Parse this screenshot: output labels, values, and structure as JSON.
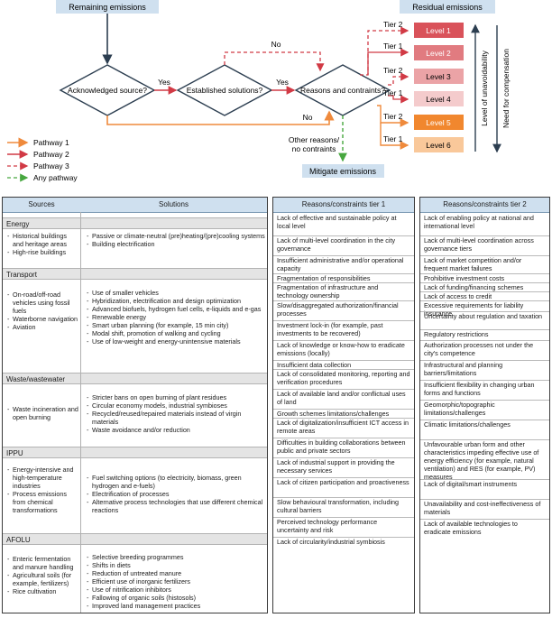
{
  "flow": {
    "remaining": "Remaining emissions",
    "residual": "Residual emissions",
    "acknowledged": "Acknowledged source?",
    "established": "Established solutions?",
    "reasons": "Reasons and contraints?",
    "yes1": "Yes",
    "yes2": "Yes",
    "no_top": "No",
    "no_bottom": "No",
    "other_reasons": [
      "Other reasons/",
      "no contraints"
    ],
    "mitigate": "Mitigate emissions",
    "tiers": [
      "Tier 2",
      "Tier 1",
      "Tier 2",
      "Tier 1",
      "Tier 2",
      "Tier 1"
    ],
    "levels": [
      "Level 1",
      "Level 2",
      "Level 3",
      "Level 4",
      "Level 5",
      "Level 6"
    ],
    "level_colors": [
      "#d9525a",
      "#e17b80",
      "#eba3a6",
      "#f4cbcc",
      "#f1872e",
      "#f9c89a"
    ],
    "unavoidability": "Level of unavoidability",
    "compensation": "Need for compensation",
    "legend": [
      {
        "label": "Pathway 1",
        "style": "orange"
      },
      {
        "label": "Pathway 2",
        "style": "red"
      },
      {
        "label": "Pathway 3",
        "style": "red-dashed"
      },
      {
        "label": "Any pathway",
        "style": "green-dashed"
      }
    ],
    "colors": {
      "box": "#cfe0ef",
      "orange": "#ef8a3c",
      "red": "#d13a45",
      "green": "#47a73f",
      "dark": "#2c3e50"
    }
  },
  "table": {
    "headers": [
      "Sources",
      "Solutions",
      "Reasons/constraints tier 1",
      "Reasons/constraints tier 2"
    ],
    "sectors": [
      {
        "name": "Energy",
        "sources": [
          "Historical buildings and heritage areas",
          "High-rise buildings"
        ],
        "solutions": [
          "Passive or climate-neutral (pre)heating/(pre)cooling systems",
          "Building electrification"
        ]
      },
      {
        "name": "Transport",
        "sources": [
          "On-road/off-road vehicles using fossil fuels",
          "Waterborne navigation",
          "Aviation"
        ],
        "solutions": [
          "Use of smaller vehicles",
          "Hybridization, electrification and design optimization",
          "Advanced biofuels, hydrogen fuel cells, e-liquids and e-gas",
          "Renewable energy",
          "Smart urban planning (for example, 15 min city)",
          "Modal shift, promotion of walking and cycling",
          "Use of low-weight and energy-unintensive materials"
        ]
      },
      {
        "name": "Waste/wastewater",
        "sources": [
          "Waste incineration and open burning"
        ],
        "solutions": [
          "Stricter bans on open burning of plant residues",
          "Circular economy models, industrial symbioses",
          "Recycled/reused/repaired materials instead of virgin materials",
          "Waste avoidance and/or reduction"
        ]
      },
      {
        "name": "IPPU",
        "sources": [
          "Energy-intensive and high-temperature industries",
          "Process emissions from chemical transformations"
        ],
        "solutions": [
          "Fuel switching options (to electricity, biomass, green hydrogen and e-fuels)",
          "Electrification of processes",
          "Alternative process technologies that use different chemical reactions"
        ]
      },
      {
        "name": "AFOLU",
        "sources": [
          "Enteric fermentation and manure handling",
          "Agricultural soils (for example, fertilizers)",
          "Rice cultivation"
        ],
        "solutions": [
          "Selective breeding programmes",
          "Shifts in diets",
          "Reduction of untreated manure",
          "Efficient use of inorganic fertilizers",
          "Use of nitrification inhibitors",
          "Fallowing of organic soils (histosols)",
          "Improved land management practices"
        ]
      }
    ],
    "tier1": [
      "Lack of effective and sustainable policy at local level",
      "Lack of multi-level coordination in the city governance",
      "Insufficient administrative and/or operational capacity",
      "Fragmentation of responsibilities",
      "Fragmentation of infrastructure and technology ownership",
      "Slow/disaggregated authorization/financial processes",
      "Investment lock-in (for example, past investments to be recovered)",
      "Lack of knowledge or know-how to eradicate emissions (locally)",
      "Insufficient data collection",
      "Lack of consolidated monitoring, reporting and verification procedures",
      "Lack of available land and/or conflictual uses of land",
      "Growth schemes limitations/challenges",
      "Lack of digitalization/insufficient ICT access in remote areas",
      "Difficulties in building collaborations between public and private sectors",
      "Lack of industrial support in providing the necessary services",
      "Lack of citizen participation and proactiveness",
      "Slow behavioural transformation, including cultural barriers",
      "Perceived technology performance uncertainty and risk",
      "Lack of circularity/industrial symbiosis"
    ],
    "tier2": [
      "Lack of enabling policy at national and international level",
      "Lack of multi-level coordination across governance tiers",
      "Lack of market competition and/or frequent market failures",
      "Prohibitive investment costs",
      "Lack of funding/financing schemes",
      "Lack of access to credit",
      "Excessive requirements for liability insurance",
      "Uncertainty about regulation and taxation",
      "Regulatory restrictions",
      "Authorization processes not under the city's competence",
      "Infrastructural and planning barriers/limitations",
      "Insufficient flexibility in changing urban forms and functions",
      "Geomorphic/topographic limitations/challenges",
      "Climatic limitations/challenges",
      "Unfavourable urban form and other characteristics impeding effective use of energy efficiency (for example, natural ventilation) and RES (for example, PV) measures",
      "Lack of digital/smart instruments",
      "Unavailability and cost-ineffectiveness of materials",
      "Lack of available technologies to eradicate emissions"
    ]
  }
}
